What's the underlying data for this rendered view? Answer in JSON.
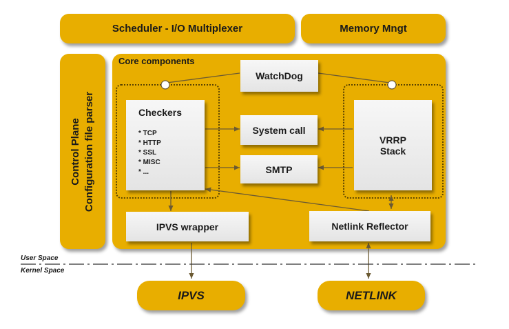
{
  "top": {
    "scheduler": "Scheduler - I/O Multiplexer",
    "memory": "Memory Mngt"
  },
  "control_plane": {
    "line1": "Control Plane",
    "line2": "Configuration file parser"
  },
  "core": {
    "title": "Core components",
    "watchdog": "WatchDog",
    "checkers": {
      "title": "Checkers",
      "items": [
        "TCP",
        "HTTP",
        "SSL",
        "MISC",
        "..."
      ]
    },
    "system_call": "System call",
    "smtp": "SMTP",
    "vrrp": {
      "line1": "VRRP",
      "line2": "Stack"
    },
    "ipvs_wrapper": "IPVS wrapper",
    "netlink_reflector": "Netlink Reflector"
  },
  "spaces": {
    "user": "User Space",
    "kernel": "Kernel Space"
  },
  "kernel": {
    "ipvs": "IPVS",
    "netlink": "NETLINK"
  },
  "colors": {
    "gold": "#E8AE00",
    "box": "#eeeeee",
    "line": "#6b5a33"
  }
}
